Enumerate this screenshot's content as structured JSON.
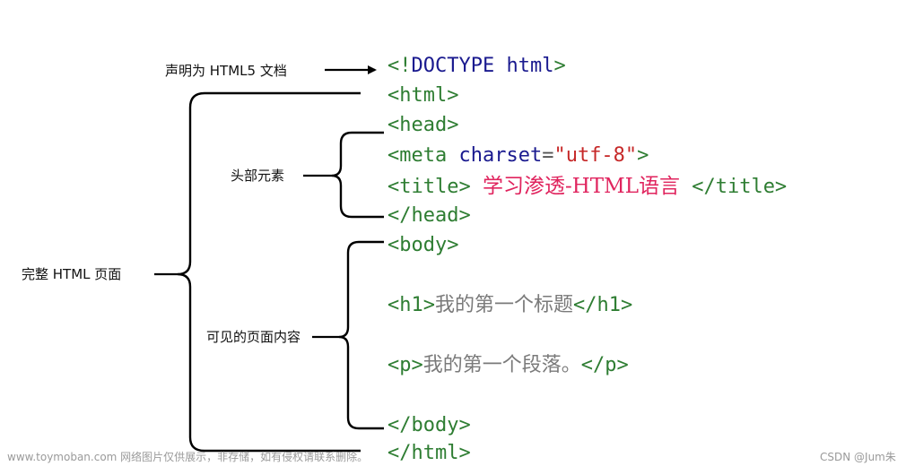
{
  "labels": {
    "doctype_note": "声明为 HTML5 文档",
    "head_group": "头部元素",
    "full_page": "完整 HTML 页面",
    "visible_content": "可见的页面内容"
  },
  "code": {
    "doctype_open": "<!",
    "doctype_kw": "DOCTYPE",
    "doctype_html": "html",
    "doctype_close": ">",
    "html_open": "<html>",
    "head_open": "<head>",
    "meta_open": "<",
    "meta_kw": "meta",
    "meta_attr": "charset",
    "meta_eq": "=",
    "meta_val": "\"utf-8\"",
    "meta_close": ">",
    "title_open": "<title>",
    "title_text": "学习渗透-HTML语言",
    "title_close": "</title>",
    "head_close": "</head>",
    "body_open": "<body>",
    "h1_open": "<h1>",
    "h1_text": "我的第一个标题",
    "h1_close": "</h1>",
    "p_open": "<p>",
    "p_text": "我的第一个段落。",
    "p_close": "</p>",
    "body_close": "</body>",
    "html_close": "</html>"
  },
  "footer": {
    "watermark": "www.toymoban.com 网络图片仅供展示，非存储，如有侵权请联系删除。",
    "credit": "CSDN @Jum朱"
  },
  "colors": {
    "tag": "#2e7d32",
    "keyword": "#1a1a8f",
    "string": "#c62828",
    "title_text": "#e0245e",
    "content_text": "#7a7a7a"
  }
}
